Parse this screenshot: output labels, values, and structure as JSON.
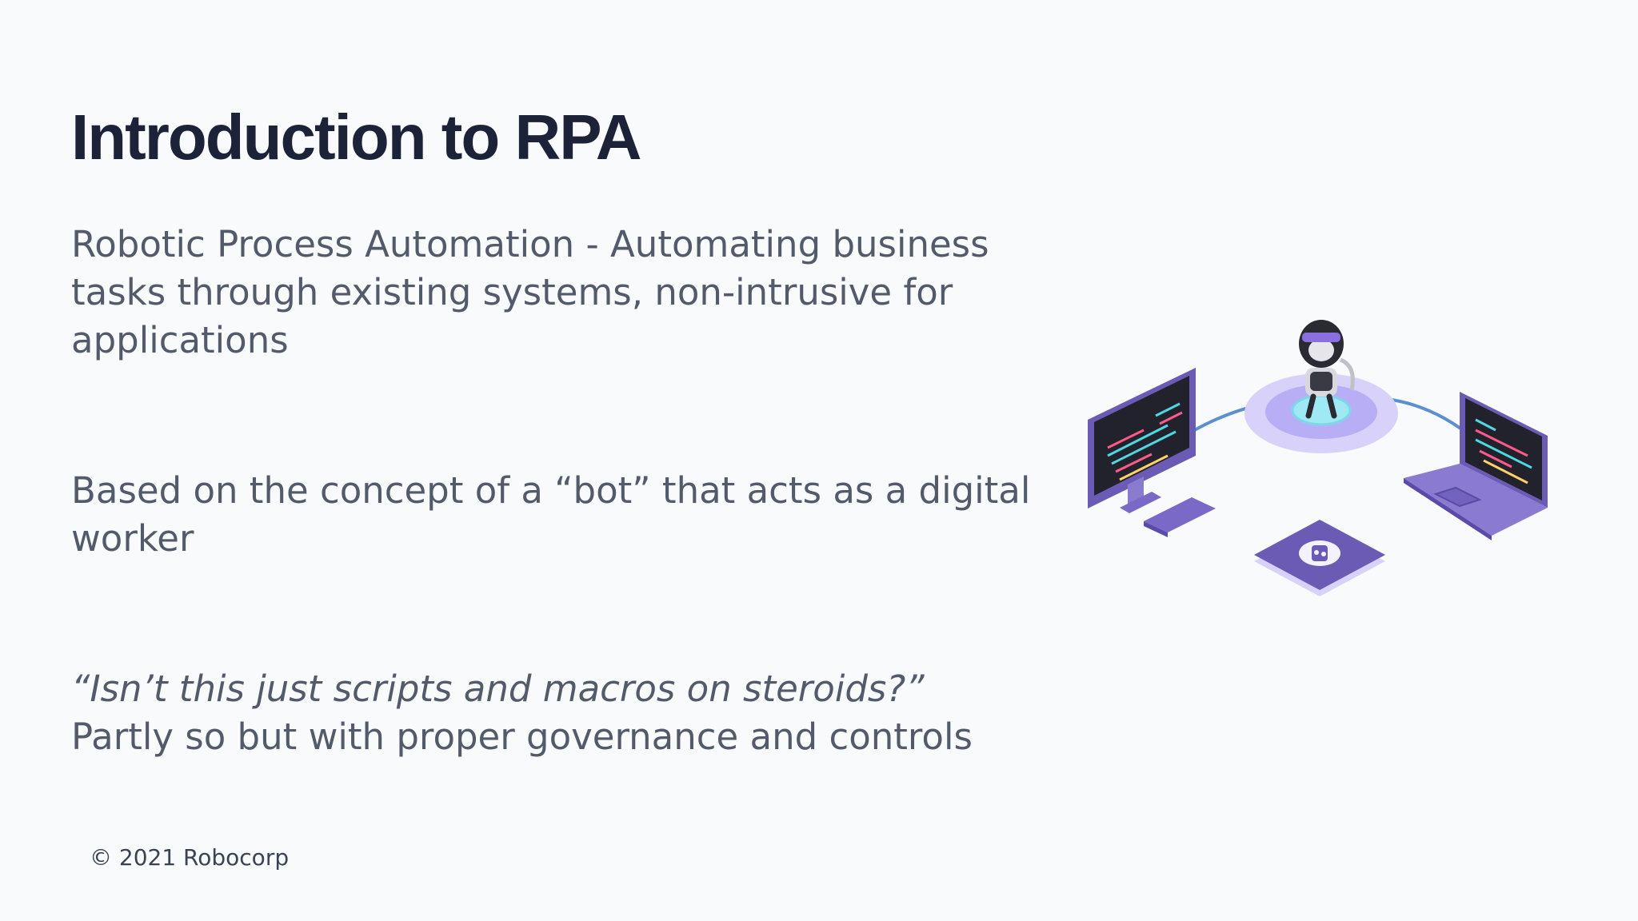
{
  "slide": {
    "title": "Introduction to RPA",
    "paragraph_1": "Robotic Process Automation - Automating business tasks through existing systems, non-intrusive for applications",
    "paragraph_2": "Based on the concept of a “bot” that acts as a digital worker",
    "paragraph_3_quote": "“Isn’t this just scripts and macros on steroids?”",
    "paragraph_3_answer": "Partly so but with proper governance and controls",
    "footer": "© 2021 Robocorp"
  },
  "colors": {
    "title": "#1c2338",
    "body_text": "#535b6b",
    "accent_purple": "#6b5bb5",
    "accent_light_purple": "#b7aef5",
    "accent_cyan": "#9fe9f4",
    "background": "#f9fafc"
  },
  "illustration": {
    "icons": [
      "desktop-monitor-icon",
      "keyboard-icon",
      "robot-monkey-icon",
      "platform-icon",
      "laptop-icon",
      "robocorp-logo-tile-icon"
    ]
  }
}
